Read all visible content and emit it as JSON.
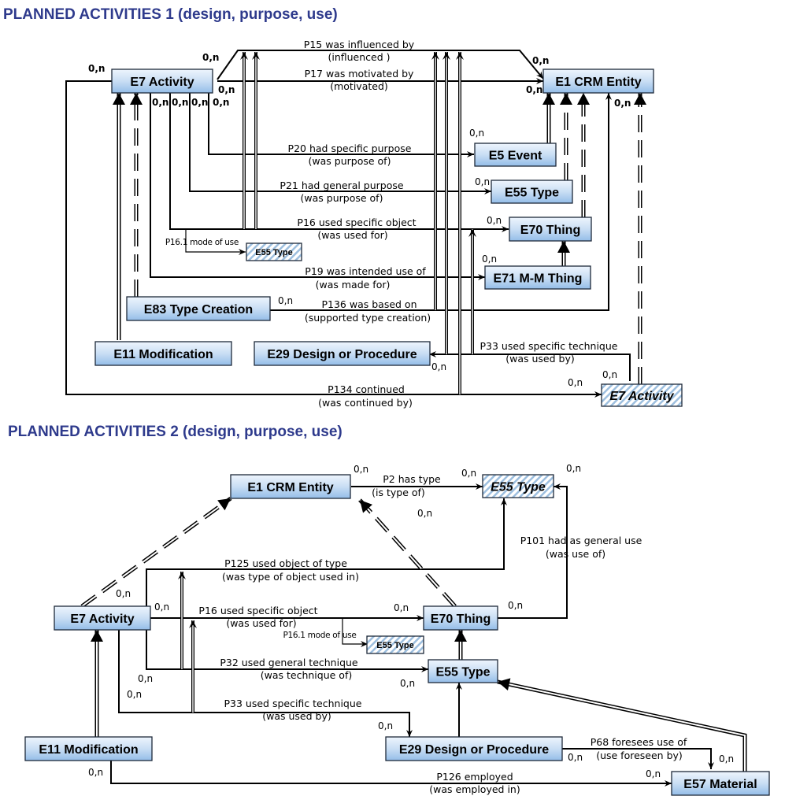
{
  "diagram1": {
    "title": "PLANNED ACTIVITIES 1 (design, purpose, use)",
    "nodes": {
      "e7_activity": "E7 Activity",
      "e1_crm_entity": "E1 CRM Entity",
      "e5_event": "E5 Event",
      "e55_type": "E55 Type",
      "e70_thing": "E70 Thing",
      "e55_type_small": "E55 Type",
      "e71_mm_thing": "E71 M-M Thing",
      "e83_type_creation": "E83  Type Creation",
      "e11_modification": "E11 Modification",
      "e29_design_procedure": "E29 Design or Procedure",
      "e7_activity_italic": "E7 Activity"
    },
    "relations": {
      "p15": "P15 was influenced by",
      "p15_inv": "(influenced )",
      "p17": "P17 was motivated by",
      "p17_inv": "(motivated)",
      "p20": "P20 had specific purpose",
      "p20_inv": "(was purpose of)",
      "p21": "P21 had general purpose",
      "p21_inv": "(was purpose of)",
      "p16": "P16 used  specific object",
      "p16_inv": "(was used for)",
      "p16_1": "P16.1 mode of use",
      "p19": "P19 was intended use of",
      "p19_inv": "(was made for)",
      "p136": "P136 was based on",
      "p136_inv": "(supported type creation)",
      "p33": "P33  used specific technique",
      "p33_inv": "(was used by)",
      "p134": "P134 continued",
      "p134_inv": "(was continued by)"
    },
    "cardinality": "0,n"
  },
  "diagram2": {
    "title": "PLANNED ACTIVITIES 2 (design, purpose, use)",
    "nodes": {
      "e1_crm_entity": "E1 CRM Entity",
      "e55_type_italic": "E55 Type",
      "e7_activity": "E7 Activity",
      "e70_thing": "E70 Thing",
      "e55_type_small": "E55 Type",
      "e55_type": "E55 Type",
      "e11_modification": "E11 Modification",
      "e29_design_procedure": "E29 Design or Procedure",
      "e57_material": "E57 Material"
    },
    "relations": {
      "p2": "P2 has type",
      "p2_inv": "(is type of)",
      "p101": "P101 had as general use",
      "p101_inv": "(was use of)",
      "p125": "P125 used object of type",
      "p125_inv": "(was type of object used in)",
      "p16": "P16 used  specific object",
      "p16_inv": "(was  used for)",
      "p16_1": "P16.1 mode of use",
      "p32": "P32 used general technique",
      "p32_inv": "(was technique of)",
      "p33": "P33  used specific technique",
      "p33_inv": "(was used by)",
      "p68": "P68 foresees use of",
      "p68_inv": "(use foreseen by)",
      "p126": "P126 employed",
      "p126_inv": "(was employed in)"
    },
    "cardinality": "0,n"
  },
  "colors": {
    "title": "#2e3a8c",
    "node_fill_top": "#e8f1fb",
    "node_fill_bottom": "#9cc3ea",
    "node_border": "#1e2a3a",
    "hatch": "#8fb4d8"
  }
}
